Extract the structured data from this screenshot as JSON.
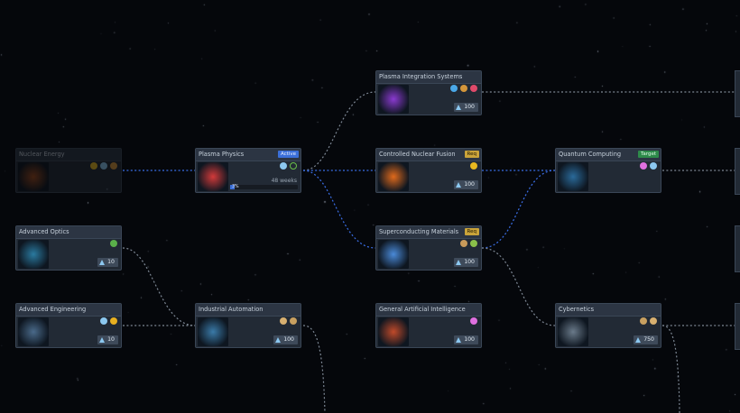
{
  "nodes": [
    {
      "id": "nuclear_energy",
      "title": "Nuclear Energy",
      "status": "dim",
      "icons": [
        "bolt-icon",
        "flask-icon",
        "gear-icon"
      ],
      "art": "#a04a1c"
    },
    {
      "id": "plasma_physics",
      "title": "Plasma Physics",
      "badge": "Active",
      "icons": [
        "flask-icon",
        "ring-icon"
      ],
      "weeks": "48 weeks",
      "progress_label": "3%",
      "progress": 0.03,
      "art": "#d23a3a"
    },
    {
      "id": "plasma_integration",
      "title": "Plasma Integration Systems",
      "icons": [
        "shield-icon",
        "gear-icon",
        "heart-icon"
      ],
      "cost": "100",
      "art": "#8a3ad0"
    },
    {
      "id": "controlled_fusion",
      "title": "Controlled Nuclear Fusion",
      "badge": "Req",
      "icons": [
        "bolt-icon"
      ],
      "cost": "100",
      "art": "#e06a1c"
    },
    {
      "id": "superconducting",
      "title": "Superconducting Materials",
      "badge": "Req",
      "icons": [
        "box-icon",
        "arrow-up-icon"
      ],
      "cost": "100",
      "art": "#4a8ad8"
    },
    {
      "id": "quantum_computing",
      "title": "Quantum Computing",
      "badge": "Target",
      "icons": [
        "atom-icon",
        "flask-icon"
      ],
      "art": "#2a6a9a"
    },
    {
      "id": "advanced_optics",
      "title": "Advanced Optics",
      "icons": [
        "leaf-icon"
      ],
      "cost": "10",
      "art": "#2a7aa0"
    },
    {
      "id": "advanced_engineering",
      "title": "Advanced Engineering",
      "icons": [
        "flask-icon",
        "wrench-icon"
      ],
      "cost": "10",
      "art": "#4a6a8a"
    },
    {
      "id": "industrial_automation",
      "title": "Industrial Automation",
      "icons": [
        "hammer-icon",
        "pick-icon"
      ],
      "cost": "100",
      "art": "#3a7aa8"
    },
    {
      "id": "general_ai",
      "title": "General Artificial Intelligence",
      "icons": [
        "atom-icon"
      ],
      "cost": "100",
      "art": "#c04a2a"
    },
    {
      "id": "cybernetics",
      "title": "Cybernetics",
      "icons": [
        "pick-icon",
        "hammer-icon"
      ],
      "cost": "750",
      "art": "#6a7a8a"
    }
  ],
  "colors": {
    "active_link": "#3b6fe8",
    "inactive_link": "#7d8794",
    "badge_active": "#3b6fd8",
    "badge_req": "#c9a33a",
    "badge_target": "#2e8a4a"
  }
}
